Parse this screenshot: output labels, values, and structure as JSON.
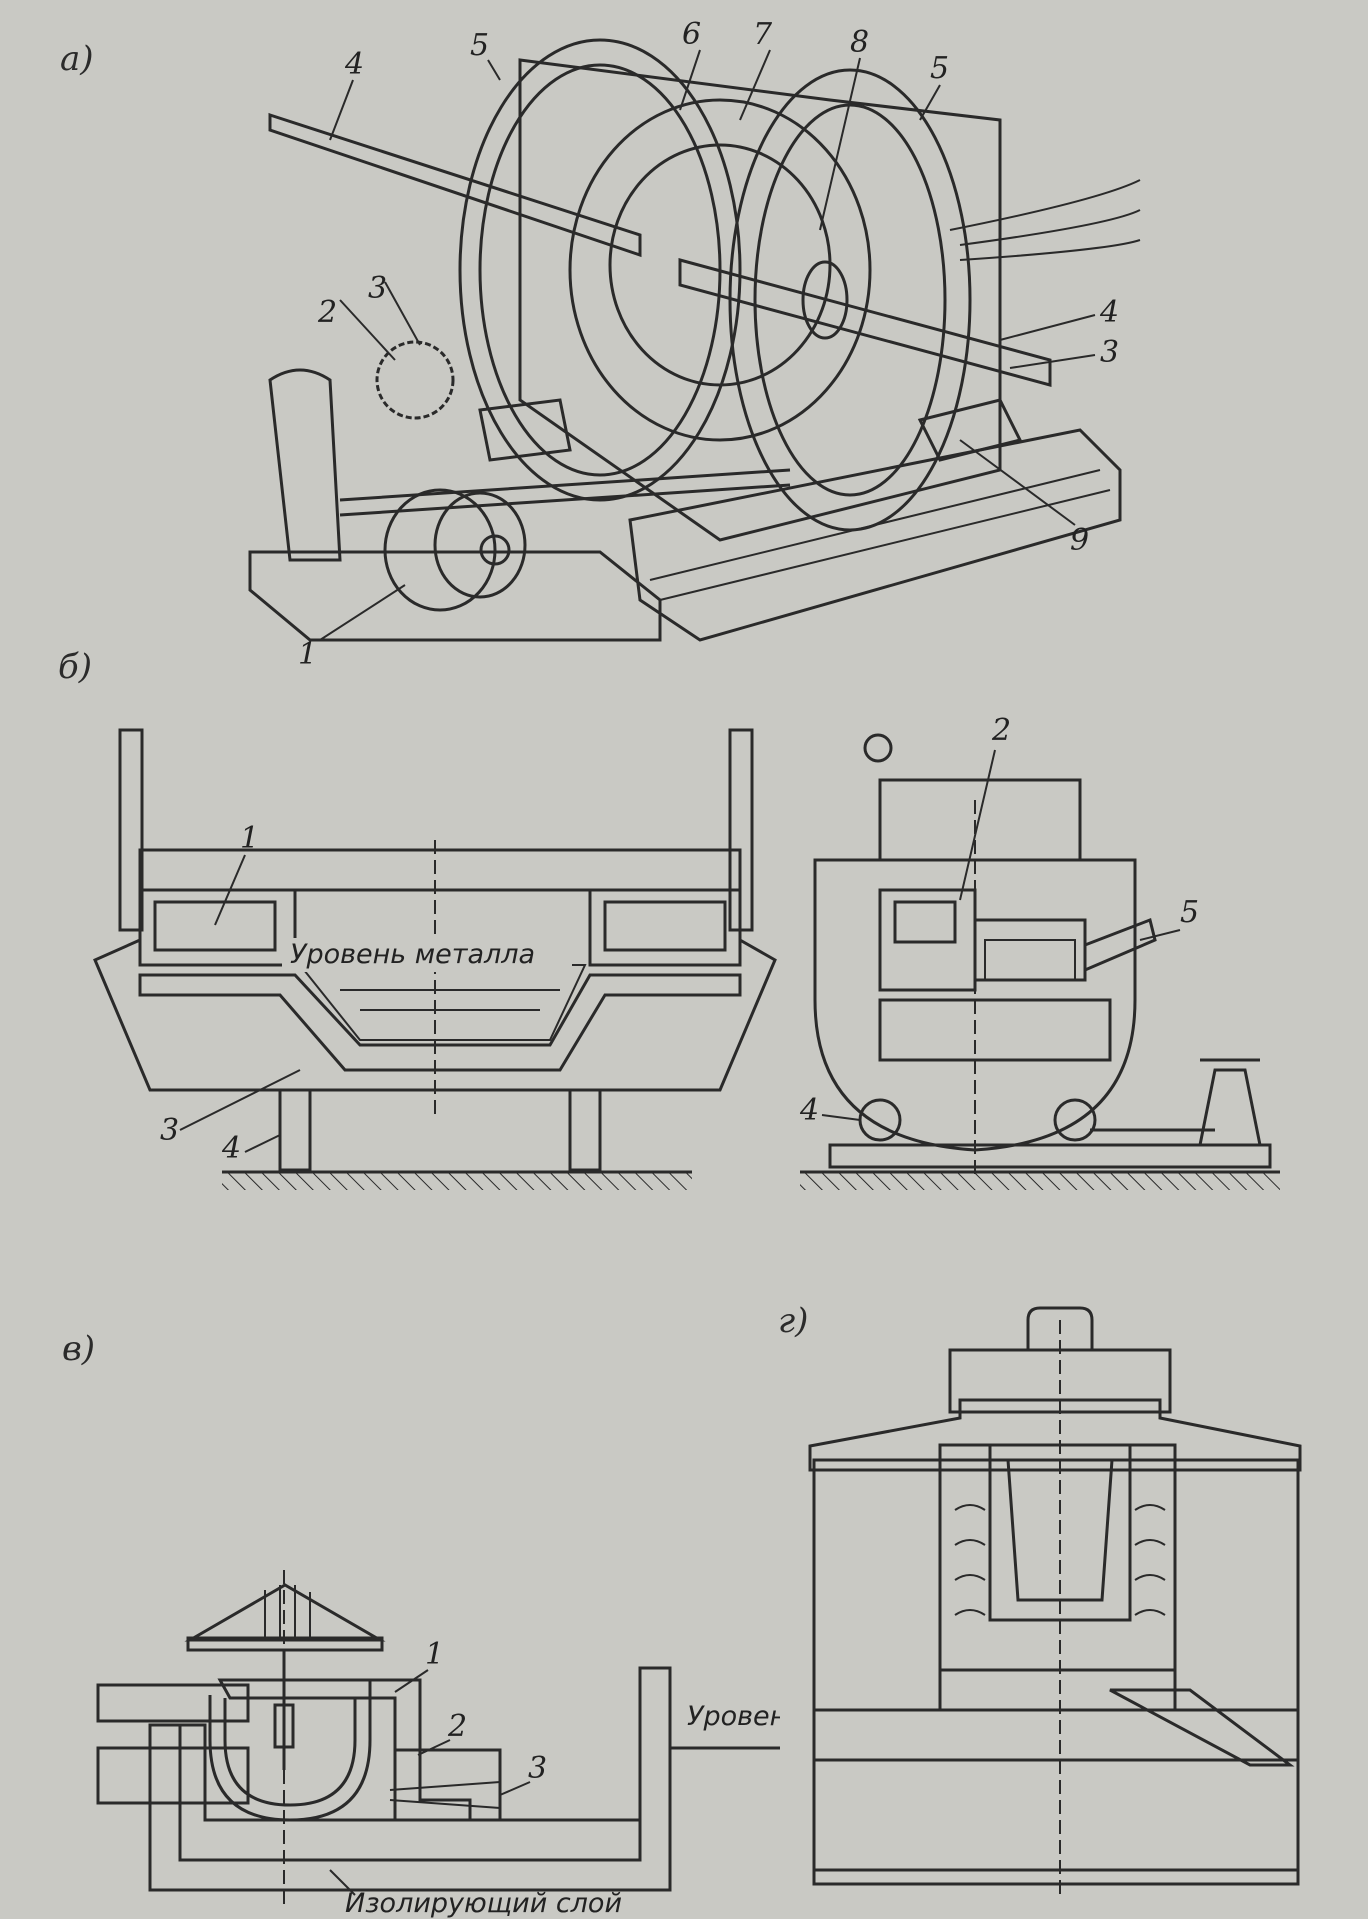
{
  "panels": {
    "a": {
      "label": "а)",
      "callouts": [
        "1",
        "2",
        "3",
        "4",
        "5",
        "6",
        "7",
        "8",
        "5",
        "4",
        "3",
        "9"
      ]
    },
    "b": {
      "label": "б)",
      "metal_level": "Уровень металла",
      "callouts": [
        "1",
        "3",
        "4",
        "2",
        "5",
        "4"
      ]
    },
    "v": {
      "label": "в)",
      "floor_level": "Уровень пола",
      "insulating_layer": "Изолирующий слой",
      "callouts": [
        "1",
        "2",
        "3"
      ]
    },
    "g": {
      "label": "г)"
    }
  },
  "colors": {
    "paper": "#c9c9c4",
    "ink": "#2a2a2a"
  }
}
